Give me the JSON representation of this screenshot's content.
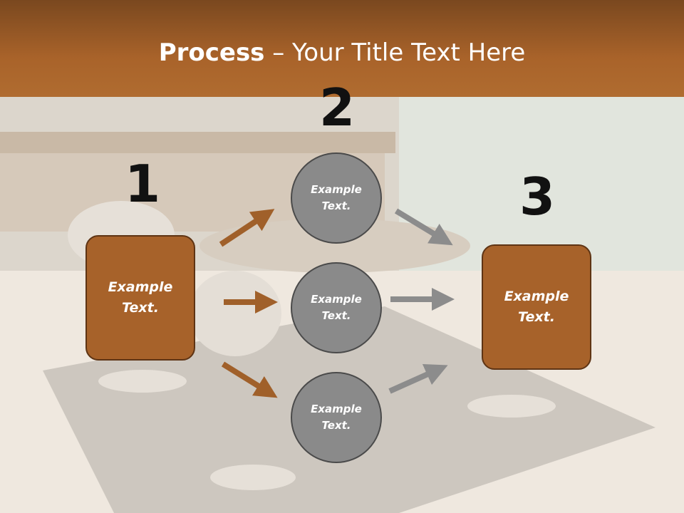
{
  "title": {
    "bold": "Process",
    "rest": " – Your Title Text Here"
  },
  "steps": {
    "one": "1",
    "two": "2",
    "three": "3"
  },
  "boxes": [
    {
      "line1": "Example",
      "line2": "Text."
    },
    {
      "line1": "Example",
      "line2": "Text."
    }
  ],
  "circles": [
    {
      "line1": "Example",
      "line2": "Text."
    },
    {
      "line1": "Example",
      "line2": "Text."
    },
    {
      "line1": "Example",
      "line2": "Text."
    }
  ],
  "colors": {
    "header": "#a9632a",
    "box": "#a7622a",
    "circle": "#8a8a8a",
    "arrow_brown": "#a0602a",
    "arrow_gray": "#8c8c8c"
  }
}
